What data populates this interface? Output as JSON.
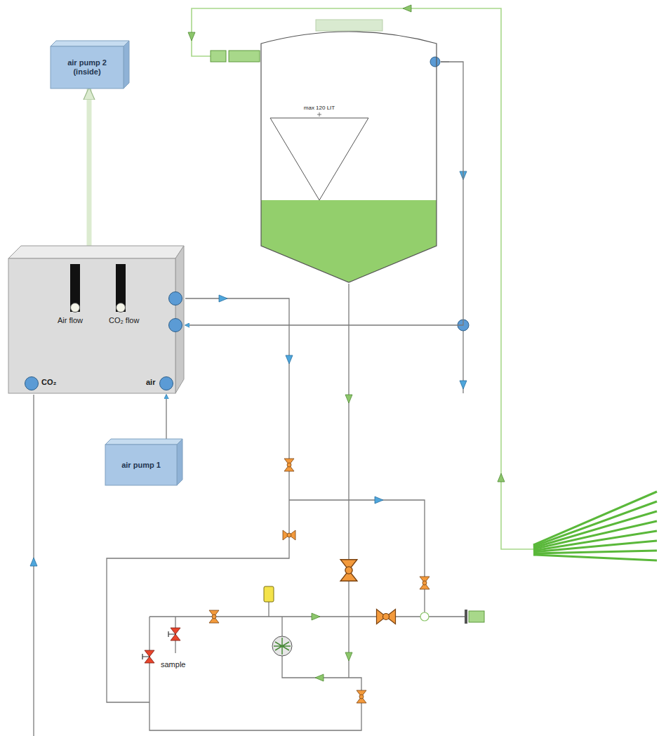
{
  "diagram": {
    "nodes": [
      {
        "text": [
          "max 120 LIT"
        ]
      },
      {
        "text": [
          "air pump 2 (inside)"
        ]
      },
      {
        "text": [
          "Air flow",
          "CO₂ flow",
          "CO₂",
          "air"
        ]
      },
      {
        "text": [
          "air pump 1"
        ]
      }
    ],
    "edges": [
      {
        "from": 3,
        "to": 2,
        "arrow": "to"
      },
      {
        "from": 2,
        "to": 1,
        "arrow": "to"
      },
      {
        "from": 0,
        "to": 2,
        "arrow": "to"
      }
    ],
    "labels": [
      "sample"
    ]
  }
}
